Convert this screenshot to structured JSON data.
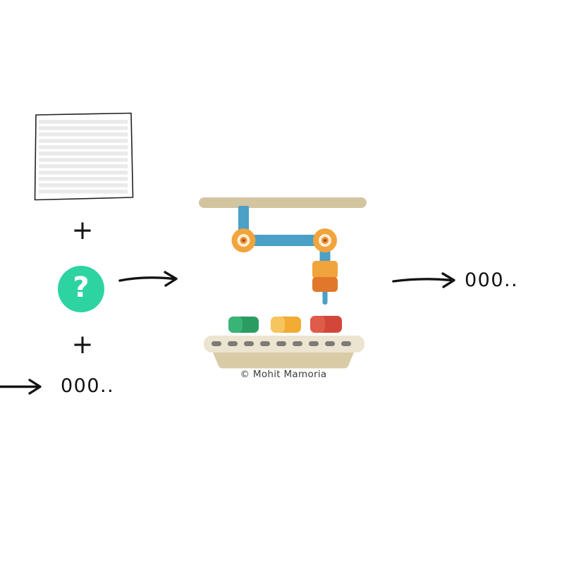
{
  "diagram": {
    "document_icon": "lined-document-icon",
    "plus_top": "+",
    "question_badge": "?",
    "plus_bottom": "+",
    "left_label": "000..",
    "right_label": "000..",
    "credit": "© Mohit Mamoria",
    "machine_icon": "robotic-arm-conveyor-icon",
    "arrows": [
      "left-input-arrow",
      "center-arrow",
      "right-output-arrow"
    ]
  },
  "colors": {
    "ink": "#131313",
    "question_circle": "#2ed3a2",
    "machine_tan": "#d3c5a0",
    "base_tan": "#d8cba6",
    "arm_blue": "#4aa0c6",
    "joint_orange": "#f2a43c",
    "joint_ring_cream": "#fdeed2",
    "joint_core_orange": "#ee8a2e",
    "gripper_orange": "#e0772b",
    "block_green": "#2b9c61",
    "block_green_light": "#3ab377",
    "block_yellow": "#f2ab33",
    "block_yellow_light": "#f7c55e",
    "block_red": "#d2473a",
    "block_red_light": "#e05c49",
    "belt_cream": "#ebe4d0",
    "belt_dash_gray": "#7d7b73",
    "doc_line_gray": "#eaeaea"
  }
}
